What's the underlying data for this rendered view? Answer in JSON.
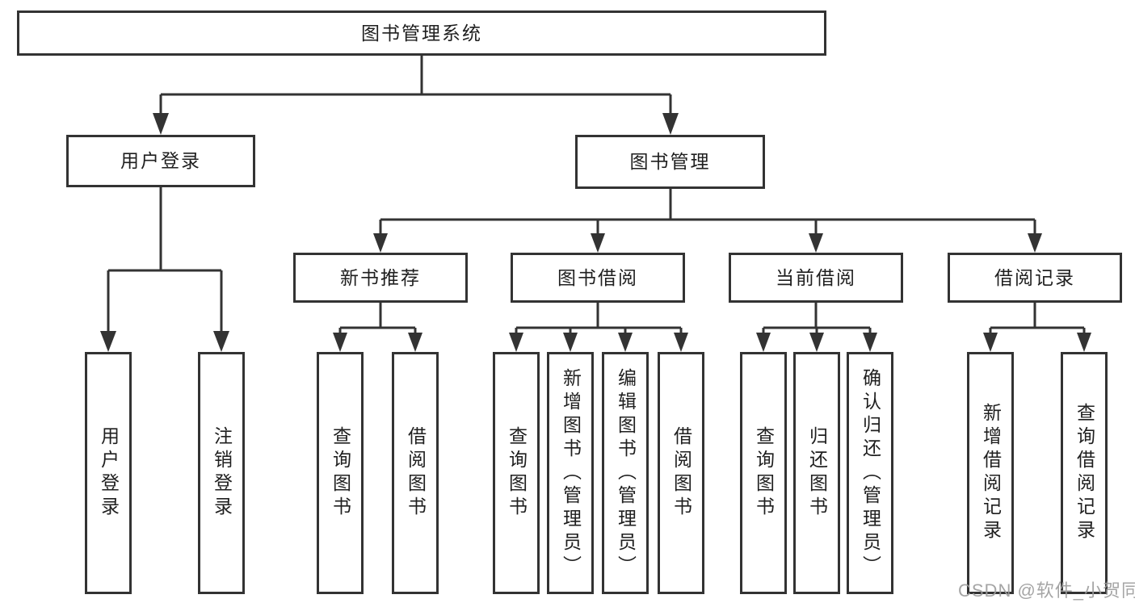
{
  "diagram": {
    "title": "图书管理系统",
    "nodes": {
      "root": "图书管理系统",
      "user_login_group": "用户登录",
      "book_mgmt_group": "图书管理",
      "new_book_rec": "新书推荐",
      "book_borrowing": "图书借阅",
      "current_borrowing": "当前借阅",
      "borrowing_records": "借阅记录",
      "login": "用户登录",
      "logout": "注销登录",
      "rec_query_books": "查询图书",
      "rec_borrow_books": "借阅图书",
      "bb_query_books": "查询图书",
      "bb_add_books": "新增图书（管理员）",
      "bb_edit_books": "编辑图书（管理员）",
      "bb_borrow_books": "借阅图书",
      "cb_query_books": "查询图书",
      "cb_return_books": "归还图书",
      "cb_confirm_return": "确认归还（管理员）",
      "br_add_record": "新增借阅记录",
      "br_query_record": "查询借阅记录"
    },
    "watermark": "CSDN @软件_小贺同学",
    "colors": {
      "line": "#333333",
      "box_border": "#333333",
      "text": "#1f1f1f",
      "watermark": "#9c9c9c",
      "background": "#ffffff"
    }
  }
}
